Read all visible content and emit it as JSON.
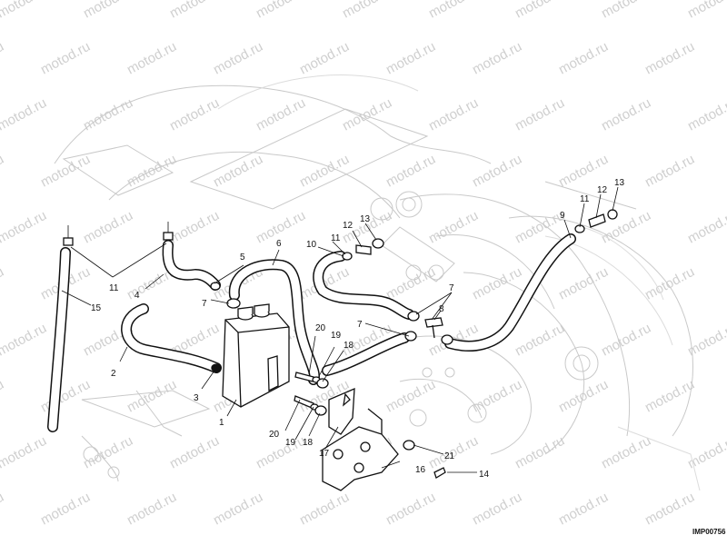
{
  "drawing": {
    "code": "IMP00756",
    "watermark": "motod.ru"
  },
  "callouts": [
    "1",
    "2",
    "3",
    "4",
    "5",
    "6",
    "7",
    "7",
    "7",
    "8",
    "9",
    "10",
    "11",
    "11",
    "11",
    "12",
    "12",
    "13",
    "13",
    "14",
    "15",
    "16",
    "17",
    "18",
    "18",
    "19",
    "19",
    "20",
    "20",
    "21"
  ]
}
